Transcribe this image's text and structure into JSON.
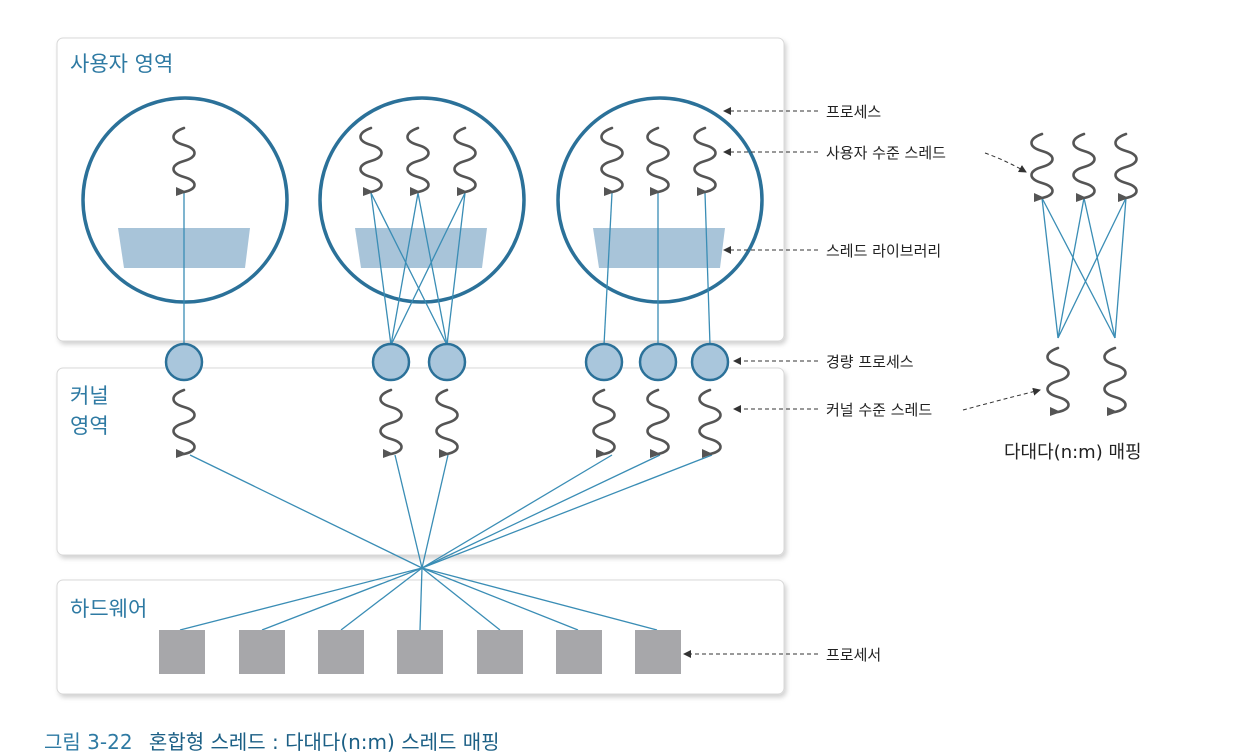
{
  "regions": {
    "user": "사용자 영역",
    "kernel_line1": "커널",
    "kernel_line2": "영역",
    "hardware": "하드웨어"
  },
  "annotations": {
    "process": "프로세스",
    "user_thread": "사용자 수준 스레드",
    "thread_library": "스레드 라이브러리",
    "lightweight_process": "경량 프로세스",
    "kernel_thread": "커널 수준 스레드",
    "processor": "프로세서"
  },
  "mapping_label": "다대다(n:m) 매핑",
  "caption": {
    "number": "그림 3-22",
    "text": "혼합형 스레드 : 다대다(n:m) 스레드 매핑"
  },
  "colors": {
    "accent": "#2e7aa3",
    "line": "#3a8db5",
    "lwp_fill": "#a9c6dc",
    "library_fill": "#a6c3d8",
    "processor_fill": "#a7a7aa",
    "thread": "#555555",
    "panel_border": "#d4d4d4"
  }
}
